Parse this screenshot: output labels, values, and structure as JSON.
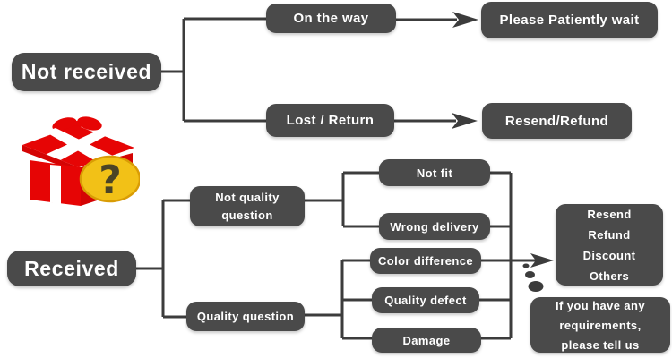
{
  "diagram": {
    "title": "delivery-issue-flowchart",
    "colors": {
      "node_fill": "#4a4a4a",
      "node_text": "#ffffff",
      "connector": "#3c3c3c",
      "gift_red": "#e60505",
      "gift_red_dark": "#d40404",
      "ribbon_white": "#ffffff",
      "badge_yellow": "#f2c117",
      "badge_outline": "#d99c05",
      "question_mark": "#4b4426"
    },
    "nodes": {
      "not_received": {
        "label": "Not received"
      },
      "on_the_way": {
        "label": "On the way"
      },
      "please_wait": {
        "label": "Please Patiently wait"
      },
      "lost_return": {
        "label": "Lost / Return"
      },
      "resend_refund": {
        "label": "Resend/Refund"
      },
      "received": {
        "label": "Received"
      },
      "not_quality_question": {
        "lines": [
          "Not quality",
          "question"
        ]
      },
      "quality_question": {
        "label": "Quality question"
      },
      "not_fit": {
        "label": "Not fit"
      },
      "wrong_delivery": {
        "label": "Wrong delivery"
      },
      "color_difference": {
        "label": "Color difference"
      },
      "quality_defect": {
        "label": "Quality defect"
      },
      "damage": {
        "label": "Damage"
      },
      "outcome_options": {
        "lines": [
          "Resend",
          "Refund",
          "Discount",
          "Others"
        ]
      },
      "requirements_note": {
        "lines": [
          "If you have any",
          "requirements,",
          "please tell us"
        ]
      }
    },
    "icons": {
      "gift": "gift-box-with-question-mark"
    }
  }
}
